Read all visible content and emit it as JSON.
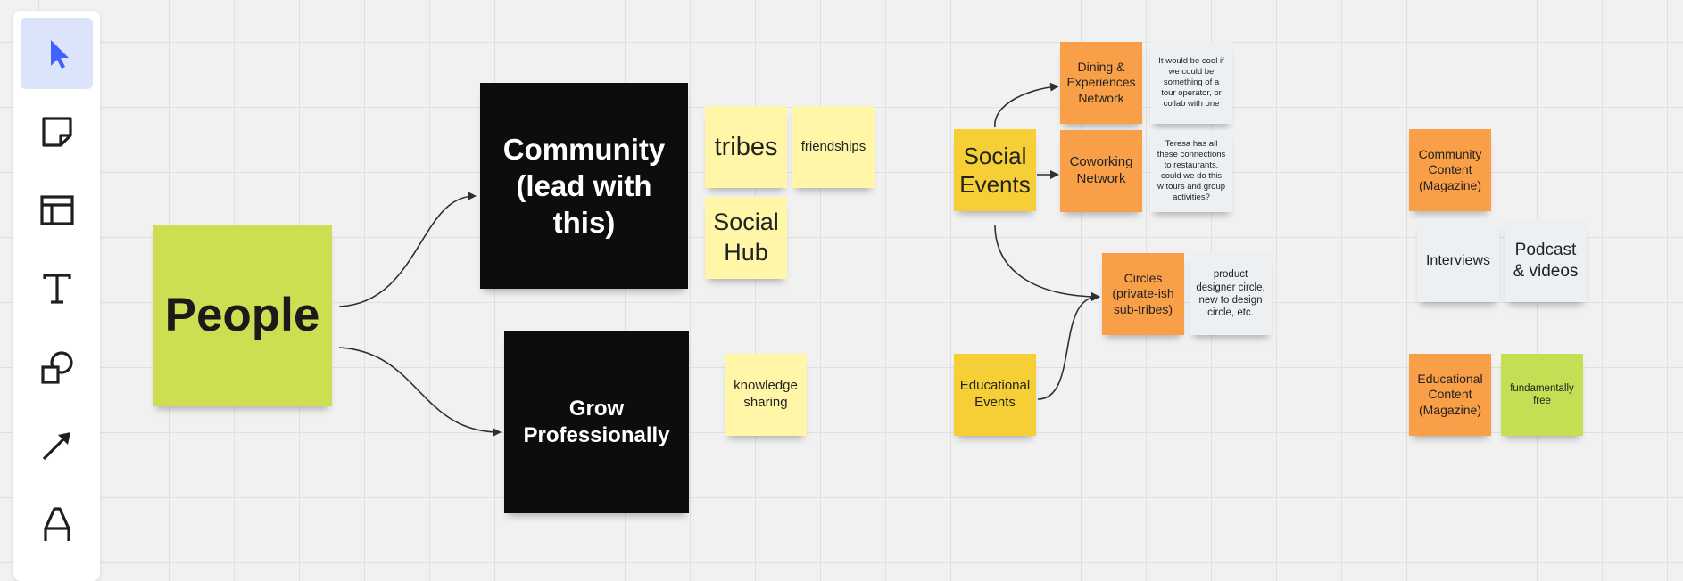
{
  "colors": {
    "canvas": "#f1f1f1",
    "grid": "#e0e0e0",
    "tool_active_bg": "#dbe4fb",
    "tool_active_icon": "#4262ff",
    "lime": "#cede52",
    "black": "#0d0d0d",
    "pale_yellow": "#fff6a8",
    "yellow": "#f5cf35",
    "orange": "#f99f47",
    "light_gray": "#edf0f2",
    "green": "#c5df55"
  },
  "toolbar": {
    "tools": [
      {
        "name": "select",
        "icon": "cursor-arrow-icon",
        "active": true
      },
      {
        "name": "sticky-note",
        "icon": "sticky-note-icon",
        "active": false
      },
      {
        "name": "template",
        "icon": "template-layout-icon",
        "active": false
      },
      {
        "name": "text",
        "icon": "text-t-icon",
        "active": false
      },
      {
        "name": "shapes",
        "icon": "shapes-icon",
        "active": false
      },
      {
        "name": "connection-line",
        "icon": "arrow-line-icon",
        "active": false
      },
      {
        "name": "pen",
        "icon": "pen-icon",
        "active": false
      }
    ]
  },
  "notes": {
    "people": {
      "text": "People",
      "color": "lime"
    },
    "community": {
      "text": "Community\n(lead with\nthis)",
      "color": "black"
    },
    "grow_professionally": {
      "text": "Grow\nProfessionally",
      "color": "black"
    },
    "tribes": {
      "text": "tribes",
      "color": "pale_yellow"
    },
    "friendships": {
      "text": "friendships",
      "color": "pale_yellow"
    },
    "social_hub": {
      "text": "Social\nHub",
      "color": "pale_yellow"
    },
    "knowledge_sharing": {
      "text": "knowledge\nsharing",
      "color": "pale_yellow"
    },
    "social_events": {
      "text": "Social\nEvents",
      "color": "yellow"
    },
    "educational_events": {
      "text": "Educational\nEvents",
      "color": "yellow"
    },
    "dining_network": {
      "text": "Dining  &\nExperiences\nNetwork",
      "color": "orange"
    },
    "tour_operator_comment": {
      "text": "It would be cool if\nwe could be\nsomething of a\ntour operator, or\ncollab with one",
      "color": "light_gray"
    },
    "coworking_network": {
      "text": "Coworking\nNetwork",
      "color": "orange"
    },
    "teresa_comment": {
      "text": "Teresa has all\nthese connections\nto restaurants.\ncould we do this\nw tours and group\nactivities?",
      "color": "light_gray"
    },
    "circles": {
      "text": "Circles\n(private-ish\nsub-tribes)",
      "color": "orange"
    },
    "circles_examples": {
      "text": "product\ndesigner circle,\nnew to design\ncircle, etc.",
      "color": "light_gray"
    },
    "community_content": {
      "text": "Community\nContent\n(Magazine)",
      "color": "orange"
    },
    "interviews": {
      "text": "Interviews",
      "color": "light_gray"
    },
    "podcast_videos": {
      "text": "Podcast\n& videos",
      "color": "light_gray"
    },
    "educational_content": {
      "text": "Educational\nContent\n(Magazine)",
      "color": "orange"
    },
    "fundamentally_free": {
      "text": "fundamentally\nfree",
      "color": "green"
    }
  }
}
